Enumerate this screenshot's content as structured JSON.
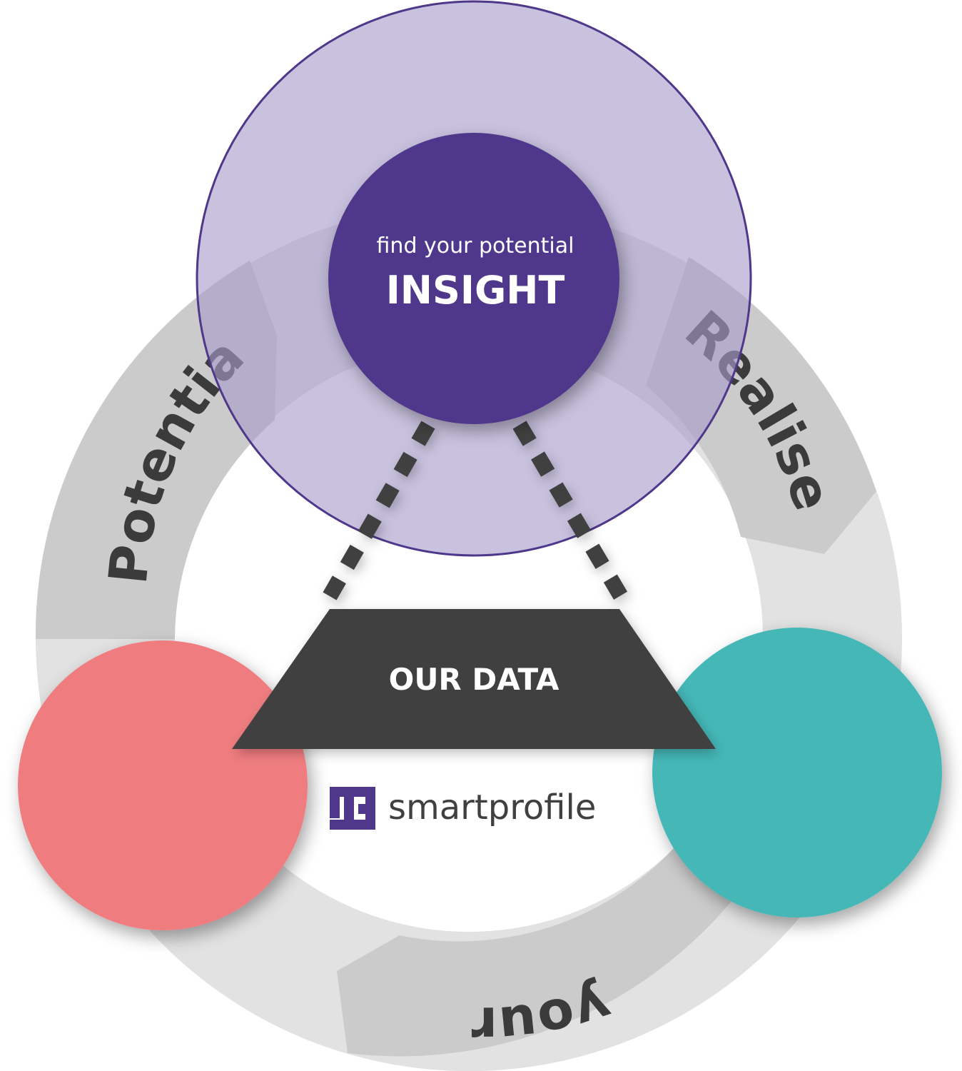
{
  "cycle": {
    "words": [
      "Potential",
      "Realise",
      "your"
    ]
  },
  "insight": {
    "subtitle": "find your potential",
    "title": "INSIGHT"
  },
  "data_block": {
    "label": "OUR DATA"
  },
  "brand": {
    "name": "smartprofile"
  },
  "colors": {
    "ring_light": "#e2e2e2",
    "ring_arrow": "#c9c9c9",
    "insight_outer": "#c8c2dd",
    "insight_inner": "#4f378b",
    "data_block": "#404040",
    "left_circle": "#ef7d80",
    "right_circle": "#44b7b7",
    "word_text": "#3b3b3b"
  }
}
